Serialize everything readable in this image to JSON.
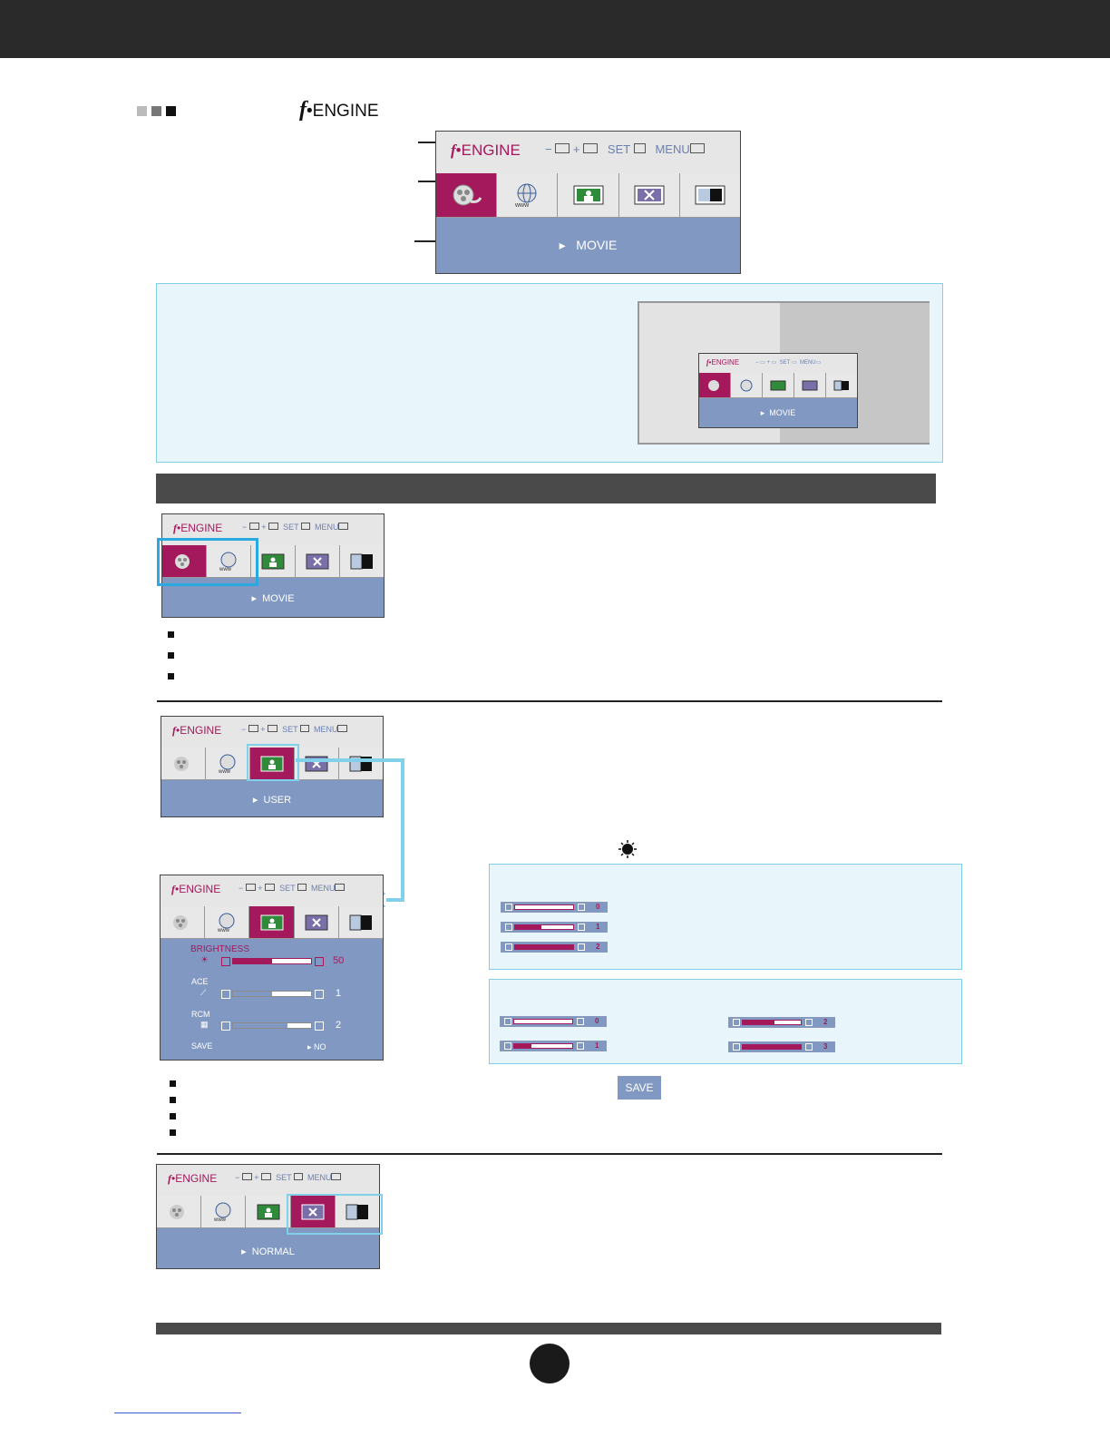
{
  "logo": {
    "f": "f",
    "engine": "ENGINE",
    "sep": "•"
  },
  "osd_controls": {
    "minus": "−",
    "plus": "+",
    "set": "SET",
    "menu": "MENU"
  },
  "modes": {
    "movie": "MOVIE",
    "user": "USER",
    "normal": "NORMAL"
  },
  "user_menu": {
    "brightness_label": "BRIGHTNESS",
    "brightness_value": "50",
    "brightness_level": 0.5,
    "ace_label": "ACE",
    "ace_value": "1",
    "ace_level": 0.5,
    "rcm_label": "RCM",
    "rcm_value": "2",
    "rcm_level": 0.7,
    "save_label": "SAVE",
    "save_value": "NO"
  },
  "ace_levels": [
    {
      "value": "0",
      "level": 0.0
    },
    {
      "value": "1",
      "level": 0.45
    },
    {
      "value": "2",
      "level": 1.0
    }
  ],
  "rcm_levels": [
    {
      "value": "0",
      "level": 0.0
    },
    {
      "value": "1",
      "level": 0.3
    },
    {
      "value": "2",
      "level": 0.55
    },
    {
      "value": "3",
      "level": 1.0
    }
  ],
  "save_button": "SAVE",
  "colors": {
    "accent": "#a3195b",
    "osd_blue": "#8199c2",
    "highlight": "#29a9e0",
    "dark": "#2a2a2a"
  }
}
